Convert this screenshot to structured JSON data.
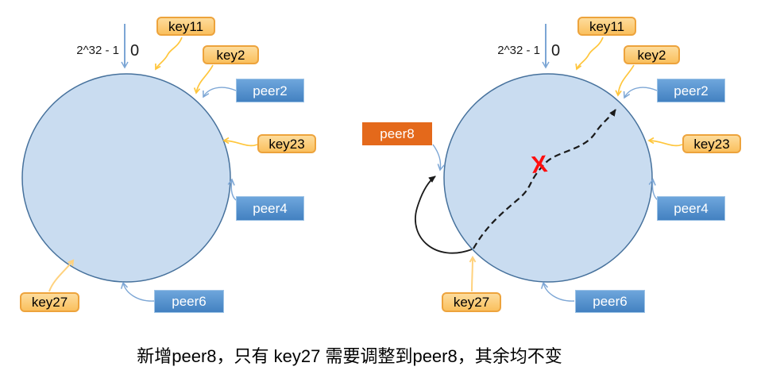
{
  "axis": {
    "max_label": "2^32 - 1",
    "zero_label": "0"
  },
  "before": {
    "key11": "key11",
    "key2": "key2",
    "key23": "key23",
    "key27": "key27",
    "peer2": "peer2",
    "peer4": "peer4",
    "peer6": "peer6"
  },
  "after": {
    "key11": "key11",
    "key2": "key2",
    "key23": "key23",
    "key27": "key27",
    "peer2": "peer2",
    "peer4": "peer4",
    "peer6": "peer6",
    "peer8": "peer8",
    "cross_mark": "X"
  },
  "caption": "新增peer8，只有 key27 需要调整到peer8，其余均不变",
  "colors": {
    "ring_fill": "#c9dcf0",
    "ring_border": "#46719c",
    "key_fill_top": "#fddc9c",
    "key_fill_bottom": "#fac05e",
    "key_border": "#eda33c",
    "key_arrow": "#ffc63c",
    "key27_arrow": "#ffd27e",
    "peer_fill_top": "#6ea6dc",
    "peer_fill_bottom": "#4381c1",
    "peer_arrow": "#7ca6d5",
    "peer8_fill": "#e4691b",
    "black_arrow": "#1a1a1a",
    "cross_color": "#ff0f0f"
  }
}
